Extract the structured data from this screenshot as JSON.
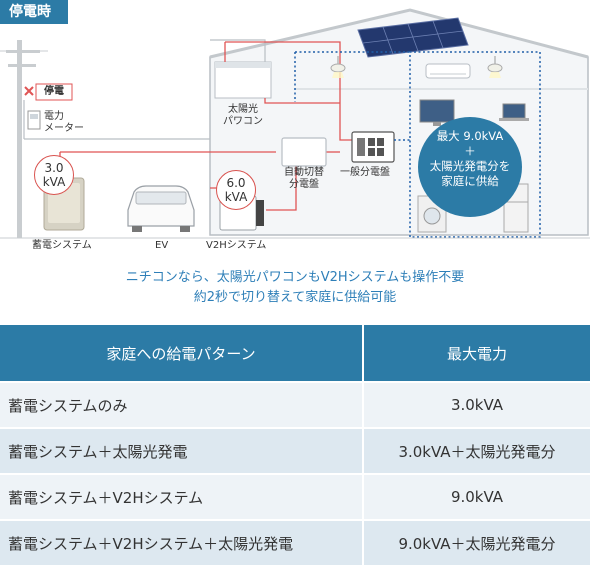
{
  "diagram": {
    "badge": "停電時",
    "stop_label": "停電",
    "meter_label_1": "電力",
    "meter_label_2": "メーター",
    "solar_pcs_label_1": "太陽光",
    "solar_pcs_label_2": "パワコン",
    "switch_label_1": "自動切替",
    "switch_label_2": "分電盤",
    "main_panel_label": "一般分電盤",
    "battery_value": "3.0",
    "battery_unit": "kVA",
    "v2h_value": "6.0",
    "v2h_unit": "kVA",
    "battery_label": "蓄電システム",
    "ev_label": "EV",
    "v2h_label": "V2Hシステム",
    "bubble_line1": "最大 9.0kVA",
    "bubble_line2": "＋",
    "bubble_line3": "太陽光発電分を",
    "bubble_line4": "家庭に供給",
    "colors": {
      "accent": "#2c7ba6",
      "power_line": "#e05555",
      "supply_line": "#1f5fa8"
    }
  },
  "caption": {
    "line1": "ニチコンなら、太陽光パワコンもV2Hシステムも操作不要",
    "line2": "約2秒で切り替えて家庭に供給可能"
  },
  "table": {
    "headers": [
      "家庭への給電パターン",
      "最大電力"
    ],
    "rows": [
      [
        "蓄電システムのみ",
        "3.0kVA"
      ],
      [
        "蓄電システム＋太陽光発電",
        "3.0kVA＋太陽光発電分"
      ],
      [
        "蓄電システム＋V2Hシステム",
        "9.0kVA"
      ],
      [
        "蓄電システム＋V2Hシステム＋太陽光発電",
        "9.0kVA＋太陽光発電分"
      ]
    ]
  }
}
